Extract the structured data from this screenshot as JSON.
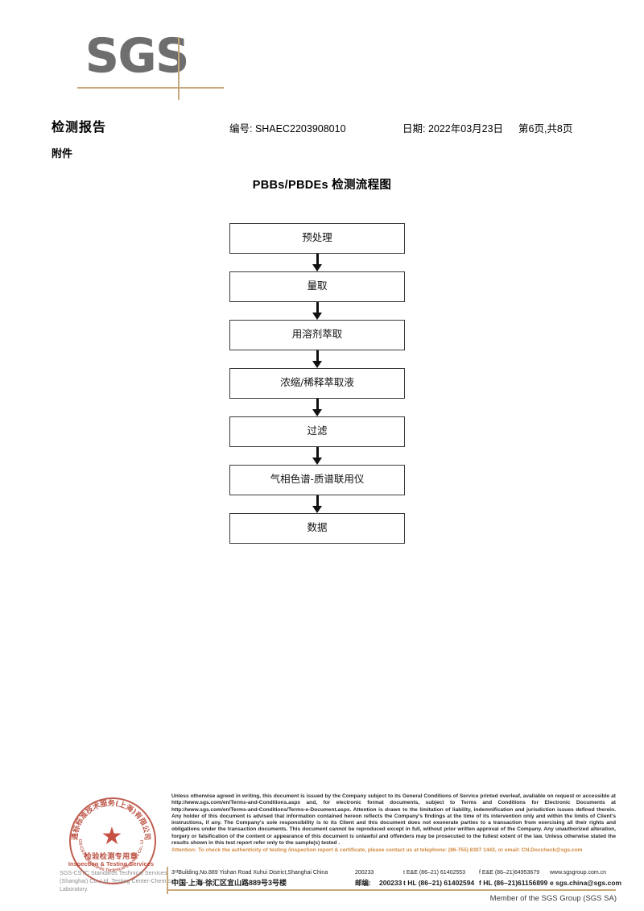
{
  "logo": {
    "text": "SGS",
    "rule_color": "#c6a87c",
    "text_color": "#6e6e6e"
  },
  "header": {
    "report_title": "检测报告",
    "attachment_label": "附件",
    "report_no": "编号: SHAEC2203908010",
    "date": "日期: 2022年03月23日",
    "page": "第6页,共8页"
  },
  "flowchart": {
    "title": "PBBs/PBDEs 检测流程图",
    "nodes": [
      {
        "label": "预处理"
      },
      {
        "label": "量取"
      },
      {
        "label": "用溶剂萃取"
      },
      {
        "label": "浓缩/稀释萃取液"
      },
      {
        "label": "过滤"
      },
      {
        "label": "气相色谱-质谱联用仪"
      },
      {
        "label": "数据"
      }
    ]
  },
  "stamp": {
    "arc_top_text": "SGS通标标准技术服务(上海)有限公司",
    "arc_bottom_text": "SGS-CSTC Standards Technical Services Co., Ltd.",
    "center_cn": "检验检测专用章",
    "center_en": "Inspection & Testing Services",
    "company_lines": "SGS-CSTC Standards Technical Services (Shanghai) Co.,Ltd. Testing Center-Chemical Laboratory.",
    "ink_color": "#b23a2a"
  },
  "footer": {
    "legal_text": "Unless otherwise agreed in writing, this document is issued by the Company subject to its General Conditions of Service printed overleaf, available on request or accessible at http://www.sgs.com/en/Terms-and-Conditions.aspx and, for electronic format documents, subject to Terms and Conditions for Electronic Documents at http://www.sgs.com/en/Terms-and-Conditions/Terms-e-Document.aspx. Attention is drawn to the limitation of liability, indemnification and jurisdiction issues defined therein. Any holder of this document is advised that information contained hereon reflects the Company's findings at the time of its intervention only and within the limits of Client's instructions, if any. The Company's sole responsibility is to its Client and this document does not exonerate parties to a transaction from exercising all their rights and obligations under the transaction documents. This document cannot be reproduced except in full, without prior written approval of the Company. Any unauthorized alteration, forgery or falsification of the content or appearance of this document is unlawful and offenders may be prosecuted to the fullest extent of the law. Unless otherwise stated the results shown in this test report refer only to the sample(s) tested .",
    "attention_text": "Attention: To check the authenticity of testing /inspection report & certificate, please contact us at telephone: (86-755) 8307 1443, or email: CN.Doccheck@sgs.com",
    "attention_color": "#d2893f",
    "address_en": "3ʳᵈBuilding,No.889 Yishan Road Xuhui District,Shanghai China",
    "address_cn": "中国·上海·徐汇区宜山路889号3号楼",
    "postcode_en": "200233",
    "postcode_cn_label": "邮编:",
    "postcode_cn": "200233",
    "tel_ee": "t E&E (86–21) 61402553",
    "fax_ee": "f E&E (86–21)64953679",
    "tel_hl": "t HL (86–21) 61402594",
    "fax_hl": "f HL (86–21)61156899",
    "website": "www.sgsgroup.com.cn",
    "email": "e  sgs.china@sgs.com",
    "member_line": "Member of the SGS Group (SGS SA)"
  }
}
